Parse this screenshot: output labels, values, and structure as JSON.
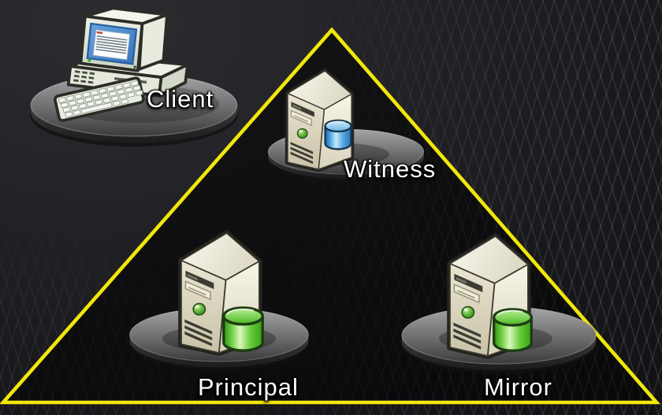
{
  "diagram": {
    "kind": "database-mirroring-topology",
    "connector": {
      "shape": "triangle",
      "color": "#f2e70a"
    },
    "nodes": [
      {
        "id": "client",
        "label": "Client",
        "icon": "desktop-computer-icon",
        "platform": "gray-disc",
        "database": ""
      },
      {
        "id": "witness",
        "label": "Witness",
        "icon": "server-tower-icon",
        "platform": "gray-disc",
        "database": "blue-database-cylinder-icon"
      },
      {
        "id": "principal",
        "label": "Principal",
        "icon": "server-tower-icon",
        "platform": "gray-disc",
        "database": "green-database-cylinder-icon"
      },
      {
        "id": "mirror",
        "label": "Mirror",
        "icon": "server-tower-icon",
        "platform": "gray-disc",
        "database": "green-database-cylinder-icon"
      }
    ]
  },
  "colors": {
    "triangle_accent": "#f2e70a",
    "label_text": "#ffffff",
    "blue_database": "#57aee8",
    "green_database": "#66ca38",
    "platform_gray": "#7a7a7c",
    "server_beige": "#e6e1cd",
    "background_dark": "#1a1a1d"
  }
}
